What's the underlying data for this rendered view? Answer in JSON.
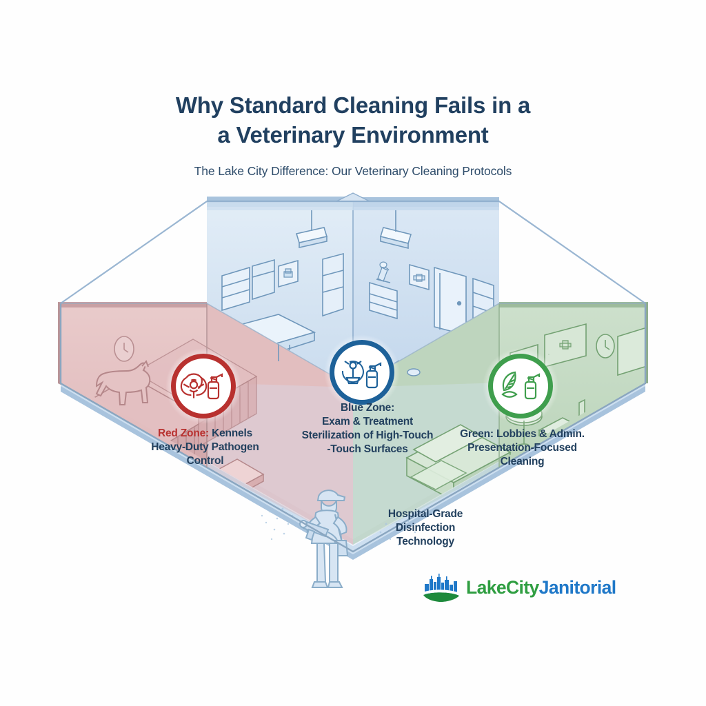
{
  "header": {
    "title_line1": "Why Standard Cleaning Fails in a",
    "title_line2": "a Veterinary Environment",
    "subtitle": "The Lake City Difference: Our Veterinary Cleaning Protocols"
  },
  "zones": [
    {
      "id": "red",
      "accent_color": "#b8312f",
      "fill_color": "#e7c3c4",
      "badge_icons": [
        "biohazard-icon",
        "spray-bottle-icon"
      ],
      "label_lines": [
        {
          "text": "Red Zone:",
          "accent": true
        },
        {
          "text": " Kennels",
          "accent": false
        }
      ],
      "line1_accent": "Red Zone:",
      "line1_rest": " Kennels",
      "line2": "Heavy-Duty Pathogen",
      "line3": "Control"
    },
    {
      "id": "blue",
      "accent_color": "#1d6199",
      "fill_color": "#dde9f4",
      "badge_icons": [
        "mop-icon",
        "spray-bottle-icon"
      ],
      "line1": "Blue Zone:",
      "line2": "Exam & Treatment",
      "line3": "Sterilization of High-Touch",
      "line4": "-Touch Surfaces"
    },
    {
      "id": "green",
      "accent_color": "#3f9e4d",
      "fill_color": "#c6dcc5",
      "badge_icons": [
        "leaf-icon",
        "spray-bottle-icon"
      ],
      "line1": "Green: Lobbies & Admin.",
      "line2": "Presentation-Focused",
      "line3": "Cleaning"
    }
  ],
  "tech_callout": {
    "line1": "Hospital-Grade",
    "line2": "Disinfection",
    "line3": "Technology",
    "icon": "worker-with-electrostatic-sprayer-icon"
  },
  "logo": {
    "mark": "city-skyline-icon",
    "word_lake": "Lake",
    "word_city": "City",
    "word_janitorial": "Janitorial",
    "green_hex": "#2f9e41",
    "blue_hex": "#1f78c8"
  },
  "palette": {
    "title_navy": "#214060",
    "wall_blue": "#d6e4f0",
    "line_blue": "#7fa3c4",
    "red_zone": "#e7c3c4",
    "green_zone": "#c6dcc5",
    "floor_blue": "#dbe8f4"
  }
}
